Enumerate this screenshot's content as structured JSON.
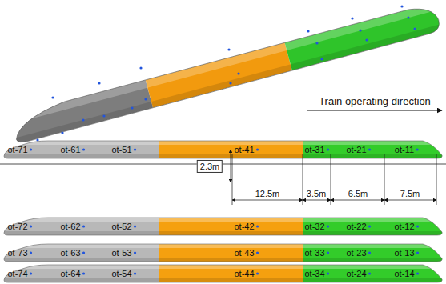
{
  "diagram": {
    "labels": [
      "Train operating direction",
      "ot-71",
      "ot-61",
      "ot-51",
      "ot-41",
      "ot-31",
      "ot-21",
      "ot-11",
      "2.3m",
      "12.5m",
      "3.5m",
      "6.5m",
      "7.5m",
      "ot-72",
      "ot-62",
      "ot-52",
      "ot-42",
      "ot-32",
      "ot-22",
      "ot-12",
      "ot-73",
      "ot-63",
      "ot-53",
      "ot-43",
      "ot-33",
      "ot-23",
      "ot-13",
      "ot-74",
      "ot-64",
      "ot-54",
      "ot-44",
      "ot-34",
      "ot-24",
      "ot-14"
    ]
  }
}
